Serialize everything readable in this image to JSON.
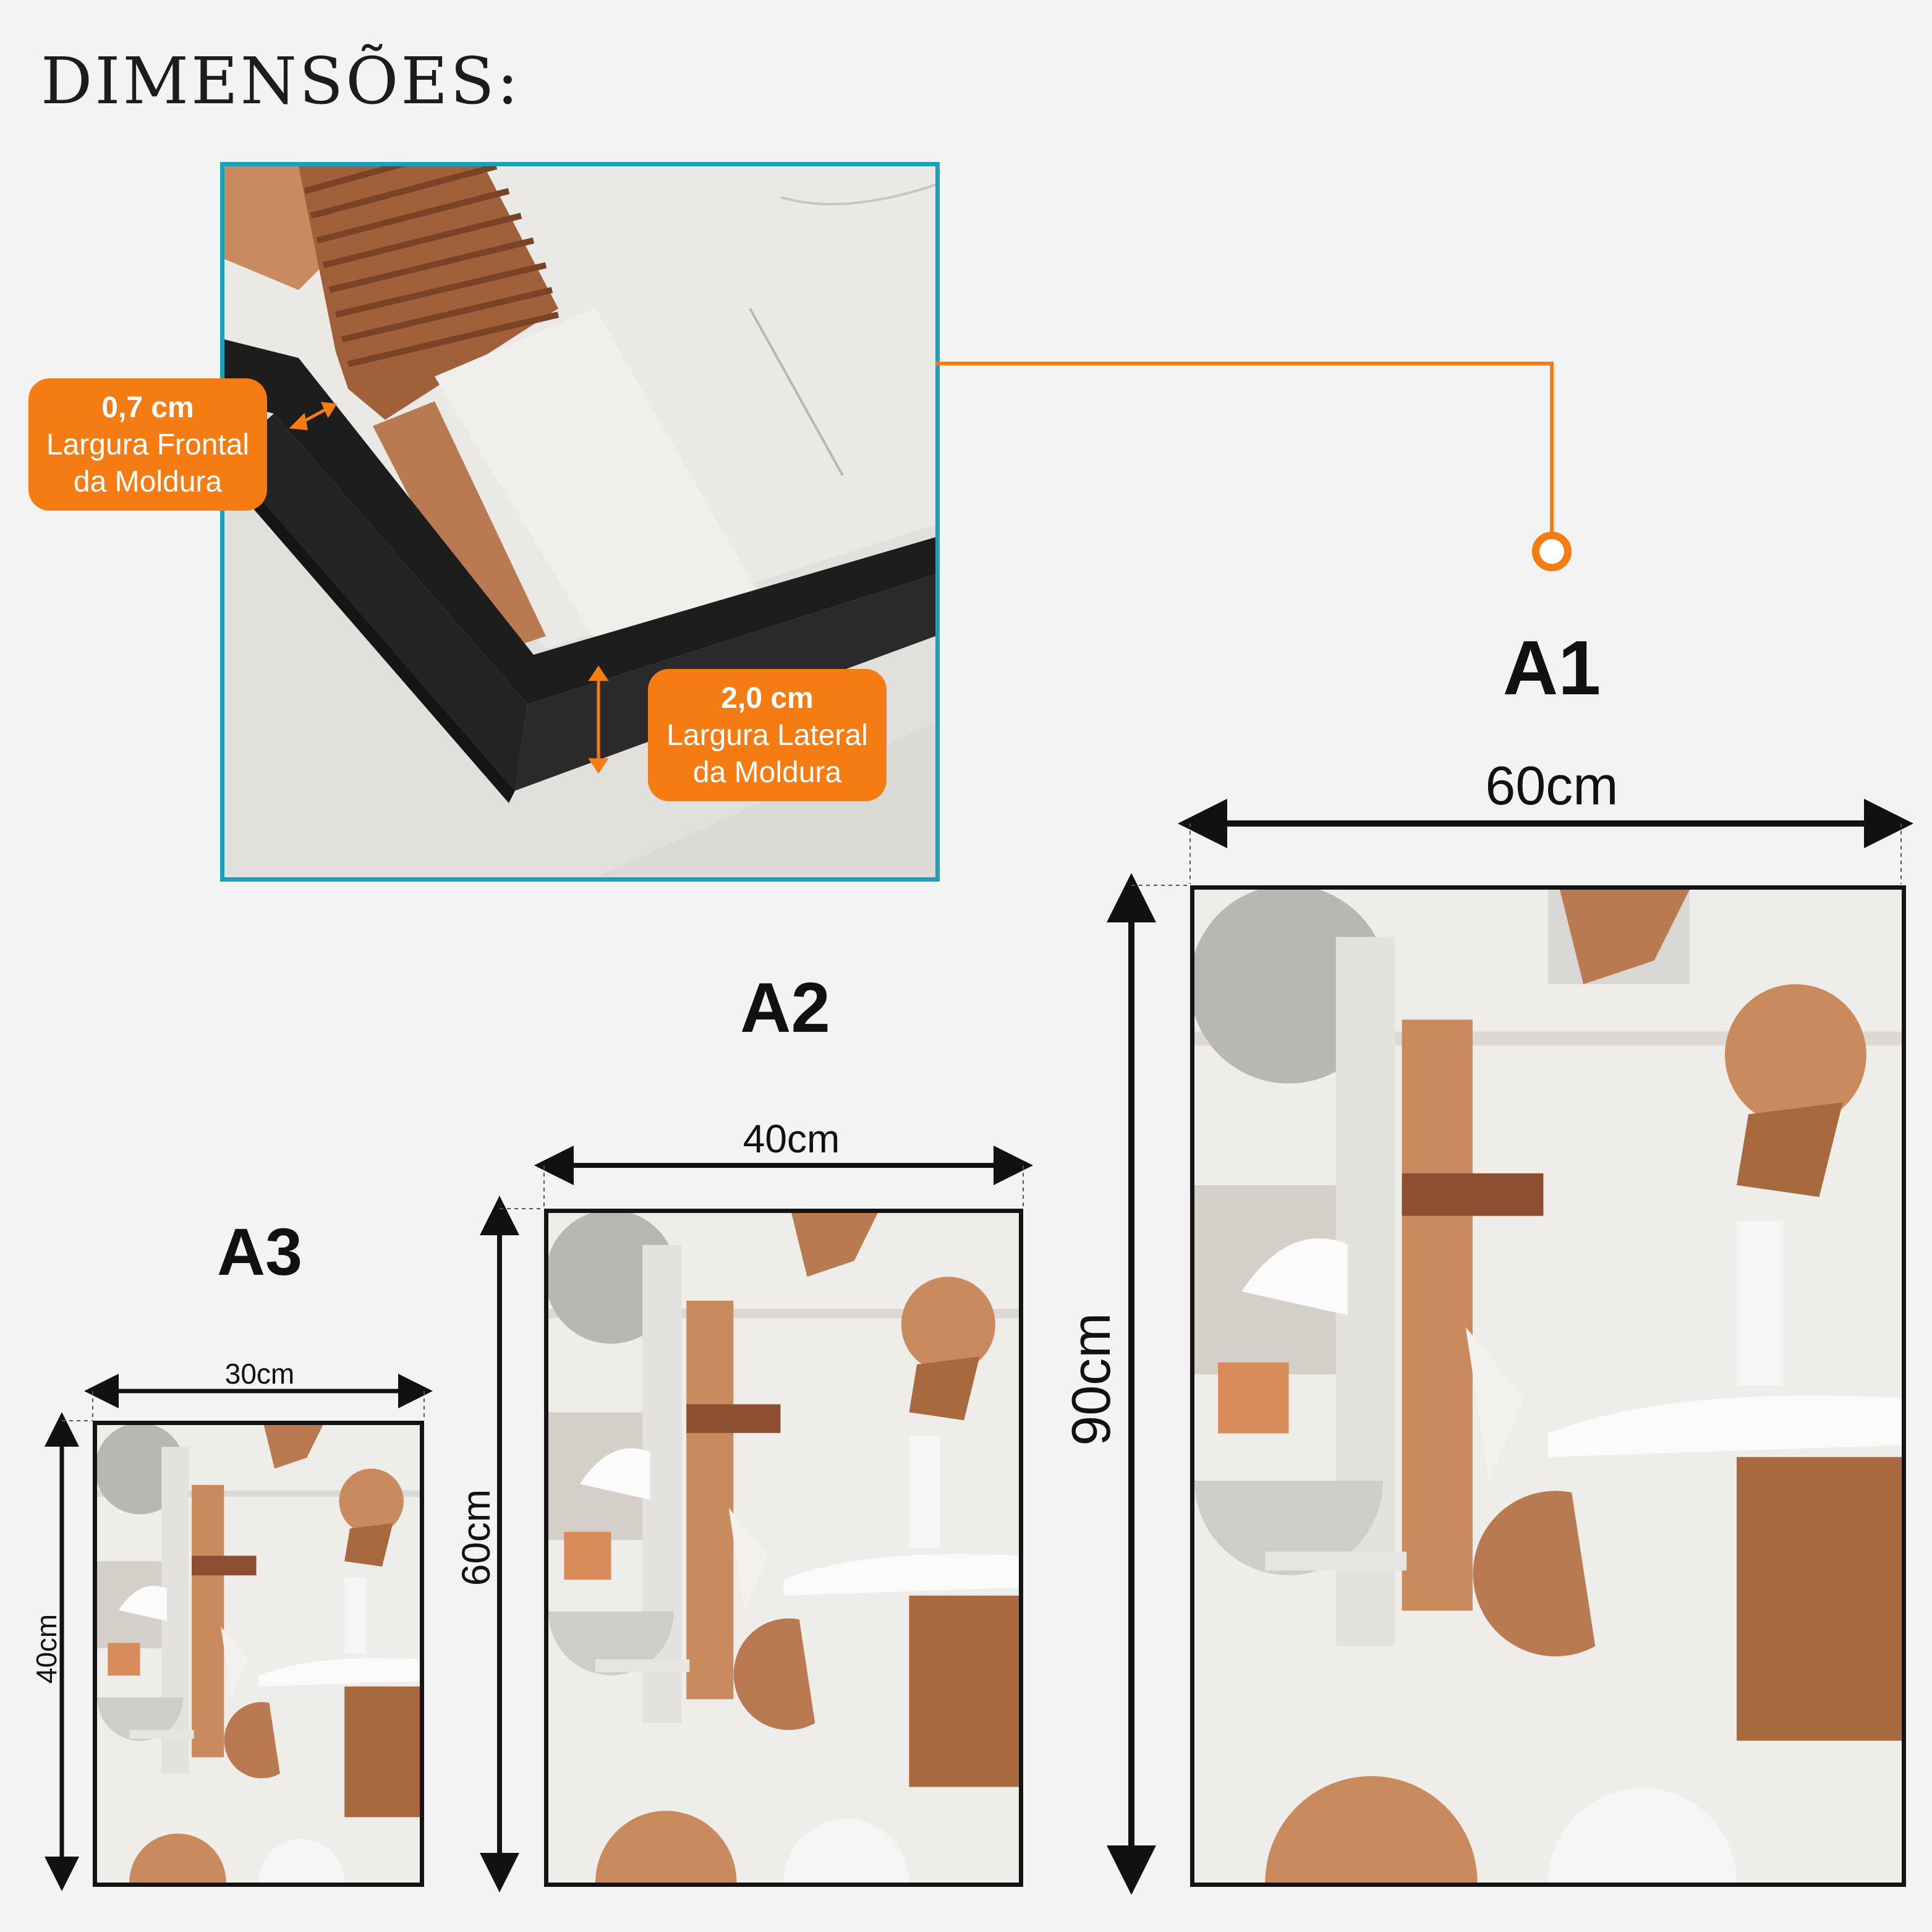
{
  "title": "DIMENSÕES:",
  "frame_front": {
    "value": "0,7 cm",
    "line1": "Largura Frontal",
    "line2": "da Moldura"
  },
  "frame_side": {
    "value": "2,0 cm",
    "line1": "Largura Lateral",
    "line2": "da Moldura"
  },
  "sizes": [
    {
      "name": "A3",
      "width": "30cm",
      "height": "40cm"
    },
    {
      "name": "A2",
      "width": "40cm",
      "height": "60cm"
    },
    {
      "name": "A1",
      "width": "60cm",
      "height": "90cm"
    }
  ],
  "colors": {
    "accent": "#f57c13",
    "zoom_border": "#1aa0b8",
    "frame": "#141414",
    "terracotta": "#c98a5e",
    "light": "#ecebe8"
  }
}
